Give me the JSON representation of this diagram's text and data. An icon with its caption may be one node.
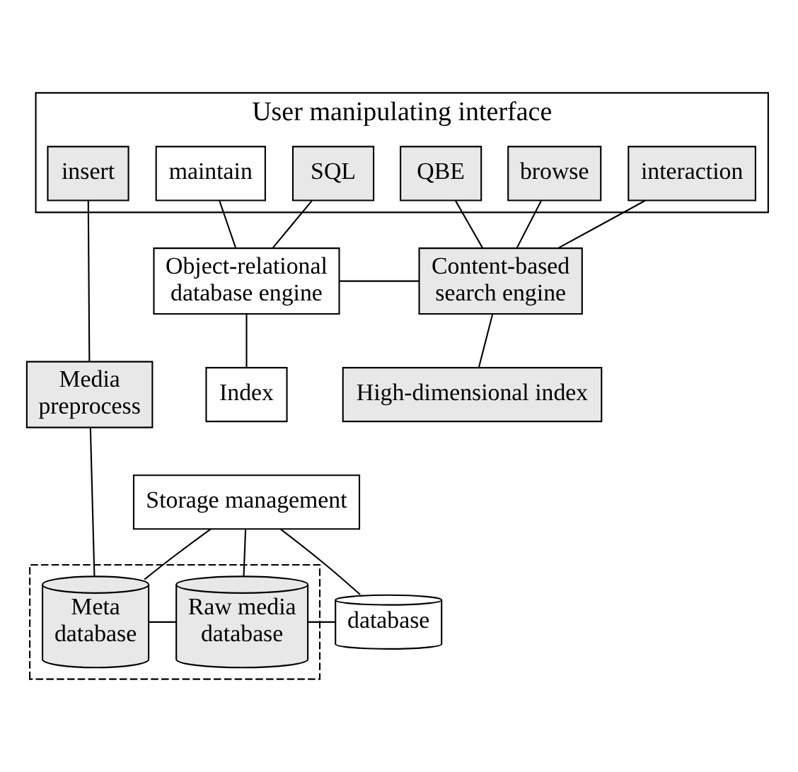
{
  "diagram": {
    "nodes": [
      {
        "text": [
          "User manipulating interface"
        ]
      },
      {
        "text": [
          "insert"
        ],
        "in": 0
      },
      {
        "text": [
          "maintain"
        ],
        "in": 0
      },
      {
        "text": [
          "SQL"
        ],
        "in": 0
      },
      {
        "text": [
          "QBE"
        ],
        "in": 0
      },
      {
        "text": [
          "browse"
        ],
        "in": 0
      },
      {
        "text": [
          "interaction"
        ],
        "in": 0
      },
      {
        "text": [
          "Media preprocess"
        ]
      },
      {
        "text": [
          "Object-relational database engine"
        ]
      },
      {
        "text": [
          "Content-based search engine"
        ]
      },
      {
        "text": [
          "Index"
        ]
      },
      {
        "text": [
          "High-dimensional index"
        ]
      },
      {
        "text": [
          "Storage management"
        ]
      },
      {
        "text": [],
        "shape": "box"
      },
      {
        "text": [
          "Meta database"
        ],
        "in": 13
      },
      {
        "text": [
          "Raw media database"
        ],
        "in": 13
      },
      {
        "text": [
          "database"
        ]
      }
    ],
    "edges": [
      {
        "from": 1,
        "to": 7,
        "arrow": "none"
      },
      {
        "from": 2,
        "to": 8,
        "arrow": "none"
      },
      {
        "from": 3,
        "to": 8,
        "arrow": "none"
      },
      {
        "from": 4,
        "to": 9,
        "arrow": "none"
      },
      {
        "from": 5,
        "to": 9,
        "arrow": "none"
      },
      {
        "from": 6,
        "to": 9,
        "arrow": "none"
      },
      {
        "from": 8,
        "to": 9,
        "arrow": "none"
      },
      {
        "from": 8,
        "to": 10,
        "arrow": "none"
      },
      {
        "from": 9,
        "to": 11,
        "arrow": "none"
      },
      {
        "from": 7,
        "to": 14,
        "arrow": "none"
      },
      {
        "from": 12,
        "to": 14,
        "arrow": "none"
      },
      {
        "from": 12,
        "to": 15,
        "arrow": "none"
      },
      {
        "from": 12,
        "to": 16,
        "arrow": "none"
      },
      {
        "from": 14,
        "to": 15,
        "arrow": "none"
      },
      {
        "from": 15,
        "to": 16,
        "arrow": "none"
      }
    ]
  }
}
